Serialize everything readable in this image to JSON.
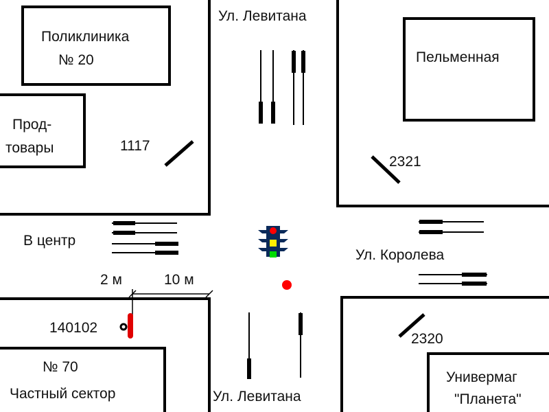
{
  "streets": {
    "top": "Ул. Левитана",
    "bottom": "Ул. Левитана",
    "right": "Ул. Королева",
    "left_direction": "В центр"
  },
  "buildings": {
    "clinic": [
      "Поликлиника",
      "№ 20"
    ],
    "grocery": [
      "Прод-",
      "товары"
    ],
    "dumplings": "Пельменная",
    "private": [
      "№ 70",
      "Частный сектор"
    ],
    "store": [
      "Универмаг",
      "\"Планета\""
    ]
  },
  "cameras": {
    "c1117": "1117",
    "c2321": "2321",
    "c2320": "2320",
    "c140102": "140102"
  },
  "dimensions": {
    "short": "2 м",
    "long": "10 м"
  },
  "colors": {
    "marker": "#e00000",
    "light_red": "#ff0000",
    "light_yellow": "#ffee00",
    "light_green": "#00dd00",
    "light_body": "#0a2a5a"
  }
}
